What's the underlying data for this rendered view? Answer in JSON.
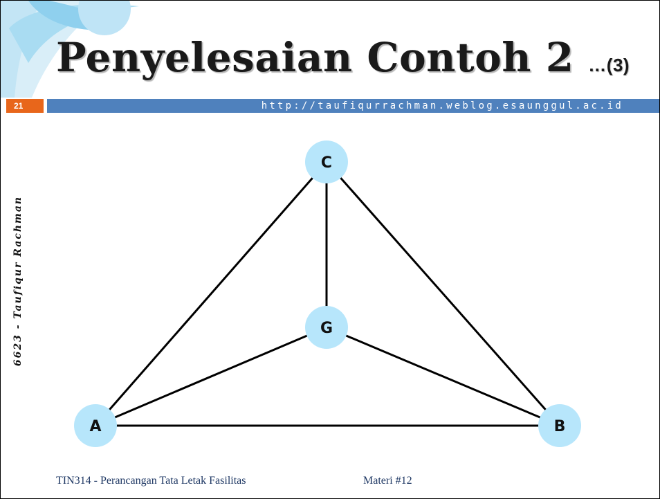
{
  "slide": {
    "title": "Penyelesaian Contoh 2",
    "title_suffix": "…(3)",
    "slide_number": "21",
    "url": "http://taufiqurrachman.weblog.esaunggul.ac.id",
    "side_text": "6623 - Taufiqur Rachman",
    "footer_left": "TIN314 - Perancangan Tata Letak Fasilitas",
    "footer_right": "Materi #12"
  },
  "diagram": {
    "nodes": [
      {
        "id": "C",
        "label": "C"
      },
      {
        "id": "G",
        "label": "G"
      },
      {
        "id": "A",
        "label": "A"
      },
      {
        "id": "B",
        "label": "B"
      }
    ],
    "edges": [
      [
        "A",
        "C"
      ],
      [
        "C",
        "B"
      ],
      [
        "A",
        "B"
      ],
      [
        "C",
        "G"
      ],
      [
        "A",
        "G"
      ],
      [
        "G",
        "B"
      ]
    ]
  },
  "colors": {
    "node_fill": "#b7e6fb",
    "accent_orange": "#e8661b",
    "url_bar": "#4f81bd",
    "footer_text": "#1f3864"
  }
}
